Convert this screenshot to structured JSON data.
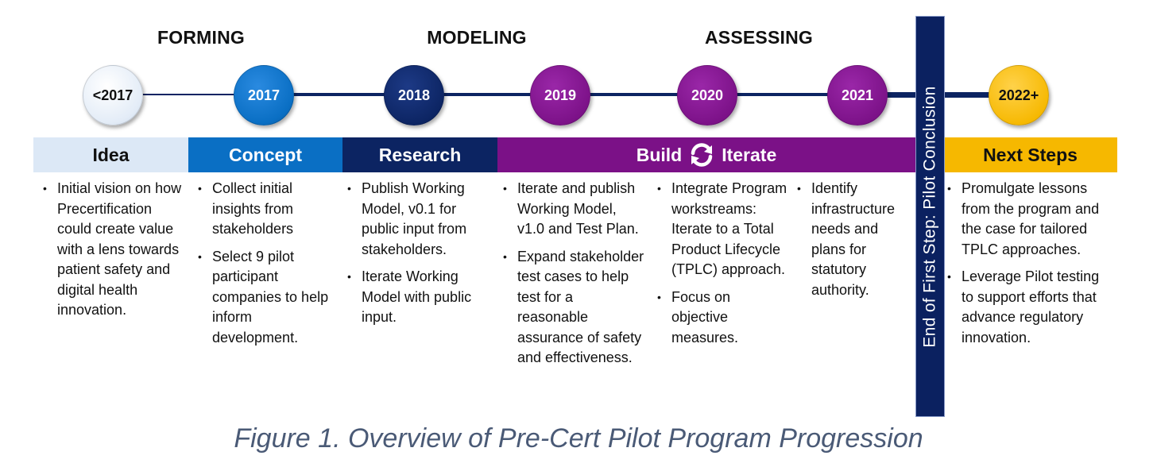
{
  "phases": {
    "forming": "FORMING",
    "modeling": "MODELING",
    "assessing": "ASSESSING"
  },
  "years": [
    "<2017",
    "2017",
    "2018",
    "2019",
    "2020",
    "2021",
    "2022+"
  ],
  "bands": {
    "idea": "Idea",
    "concept": "Concept",
    "research": "Research",
    "build": "Build",
    "iterate": "Iterate",
    "next": "Next Steps"
  },
  "columns": {
    "idea": [
      "Initial vision on how Precertification could create value with a lens towards patient safety and digital health innovation."
    ],
    "concept": [
      "Collect initial insights from stakeholders",
      "Select 9 pilot participant companies to help inform development."
    ],
    "research": [
      "Publish Working Model, v0.1 for public input from stakeholders.",
      "Iterate Working Model with public input."
    ],
    "y2019": [
      "Iterate and publish Working Model, v1.0 and Test Plan.",
      "Expand stakeholder test cases to help test for a reasonable assurance of safety and effectiveness."
    ],
    "y2020": [
      "Integrate Program workstreams: Iterate to a Total Product Lifecycle (TPLC) approach.",
      "Focus on objective measures."
    ],
    "y2021": [
      "Identify infrastructure needs and plans for statutory authority."
    ],
    "next": [
      "Promulgate lessons from the program and the case for tailored TPLC approaches.",
      "Leverage Pilot testing to support efforts that advance regulatory innovation."
    ]
  },
  "end_marker": "End of First Step: Pilot Conclusion",
  "caption": "Figure 1. Overview of Pre-Cert Pilot Program Progression",
  "colors": {
    "idea": "#dce8f6",
    "concept": "#0a6fc4",
    "research": "#0c2462",
    "build": "#7b1187",
    "next": "#f6b800",
    "endbar": "#0b2160"
  },
  "icons": {
    "iterate": "refresh-cycle-icon"
  }
}
